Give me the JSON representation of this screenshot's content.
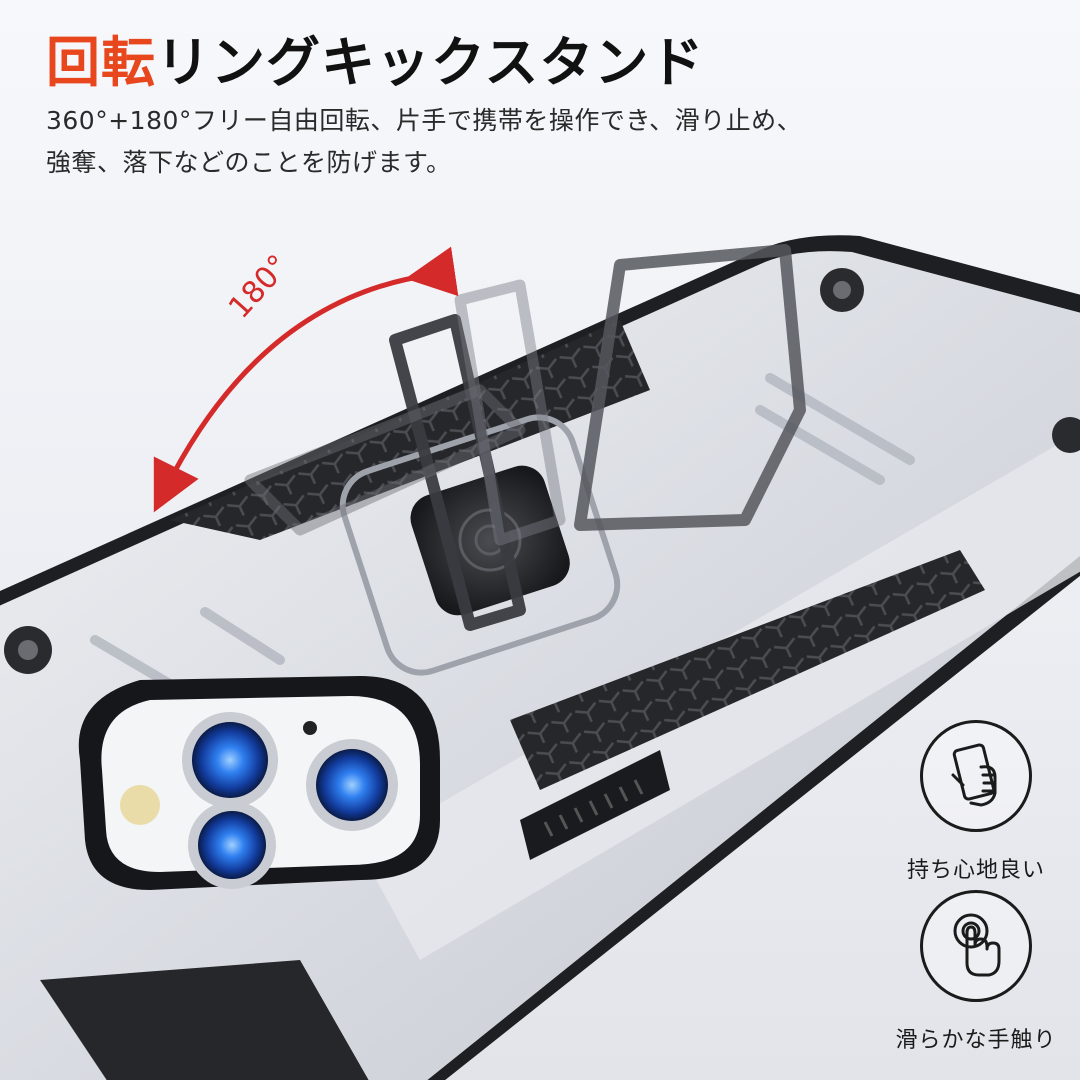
{
  "title": {
    "accent": "回転",
    "main": "リングキックスタンド"
  },
  "subtitle": {
    "line1": "360°+180°フリー自由回転、片手で携帯を操作でき、滑り止め、",
    "line2": "強奪、落下などのことを防げます。"
  },
  "rotation": {
    "label": "180°",
    "color": "#d42a2a"
  },
  "features": [
    {
      "icon": "hand-holding-phone-icon",
      "label": "持ち心地良い"
    },
    {
      "icon": "finger-touch-icon",
      "label": "滑らかな手触り"
    }
  ],
  "colors": {
    "accent": "#e8461c",
    "case_body": "#dadde3",
    "case_dark": "#1e1f22",
    "lens_blue": "#1e5fd8"
  }
}
